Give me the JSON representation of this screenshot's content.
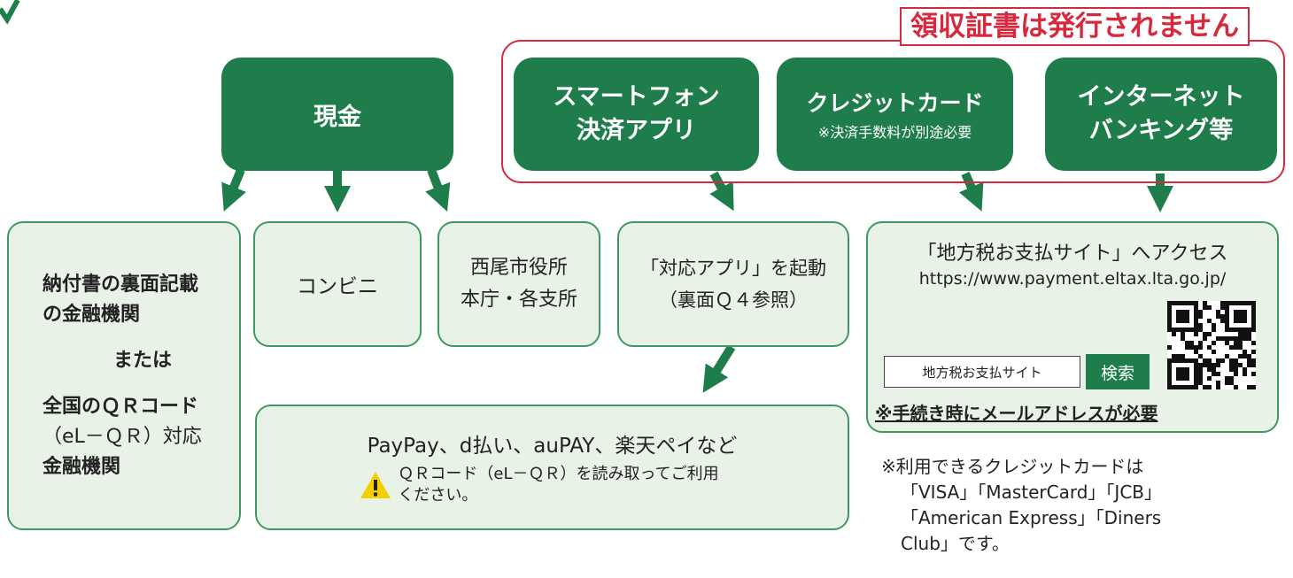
{
  "header": {
    "no_receipt_label": "領収証書は発行されません"
  },
  "methods": {
    "cash": {
      "label": "現金"
    },
    "smartphone": {
      "line1": "スマートフォン",
      "line2": "決済アプリ"
    },
    "credit": {
      "line1": "クレジットカード",
      "note": "※決済手数料が別途必要"
    },
    "internet": {
      "line1": "インターネット",
      "line2": "バンキング等"
    }
  },
  "destinations": {
    "bank": {
      "line1": "納付書の裏面記載",
      "line2": "の金融機関",
      "or": "または",
      "line3": "全国のＱＲコード",
      "line4": "（eL－ＱＲ）対応",
      "line5": "金融機関"
    },
    "convenience": {
      "label": "コンビニ"
    },
    "city_hall": {
      "line1": "西尾市役所",
      "line2": "本庁・各支所"
    },
    "app": {
      "line1": "「対応アプリ」を起動",
      "line2": "（裏面Ｑ４参照）"
    },
    "apps_list": {
      "title": "PayPay、d払い、auPAY、楽天ペイなど",
      "note_line1": "ＱＲコード（eL－ＱＲ）を読み取ってご利用",
      "note_line2": "ください。"
    },
    "site": {
      "title": "「地方税お支払サイト」へアクセス",
      "url": "https://www.payment.eltax.lta.go.jp/",
      "search_text": "地方税お支払サイト",
      "search_button": "検索",
      "email_note": "※手続き時にメールアドレスが必要"
    }
  },
  "footnote": {
    "line1": "※利用できるクレジットカードは",
    "line2": "「VISA」「MasterCard」「JCB」",
    "line3": "「American Express」「Diners",
    "line4": "Club」です。"
  },
  "colors": {
    "dark_green": "#1e7d4b",
    "light_green": "#e8f2e6",
    "border_green": "#3f9a62",
    "red": "#d7283e",
    "warning_yellow": "#f5d000"
  },
  "icons": {
    "warning": "warning-icon",
    "qr": "qr-code-icon"
  }
}
